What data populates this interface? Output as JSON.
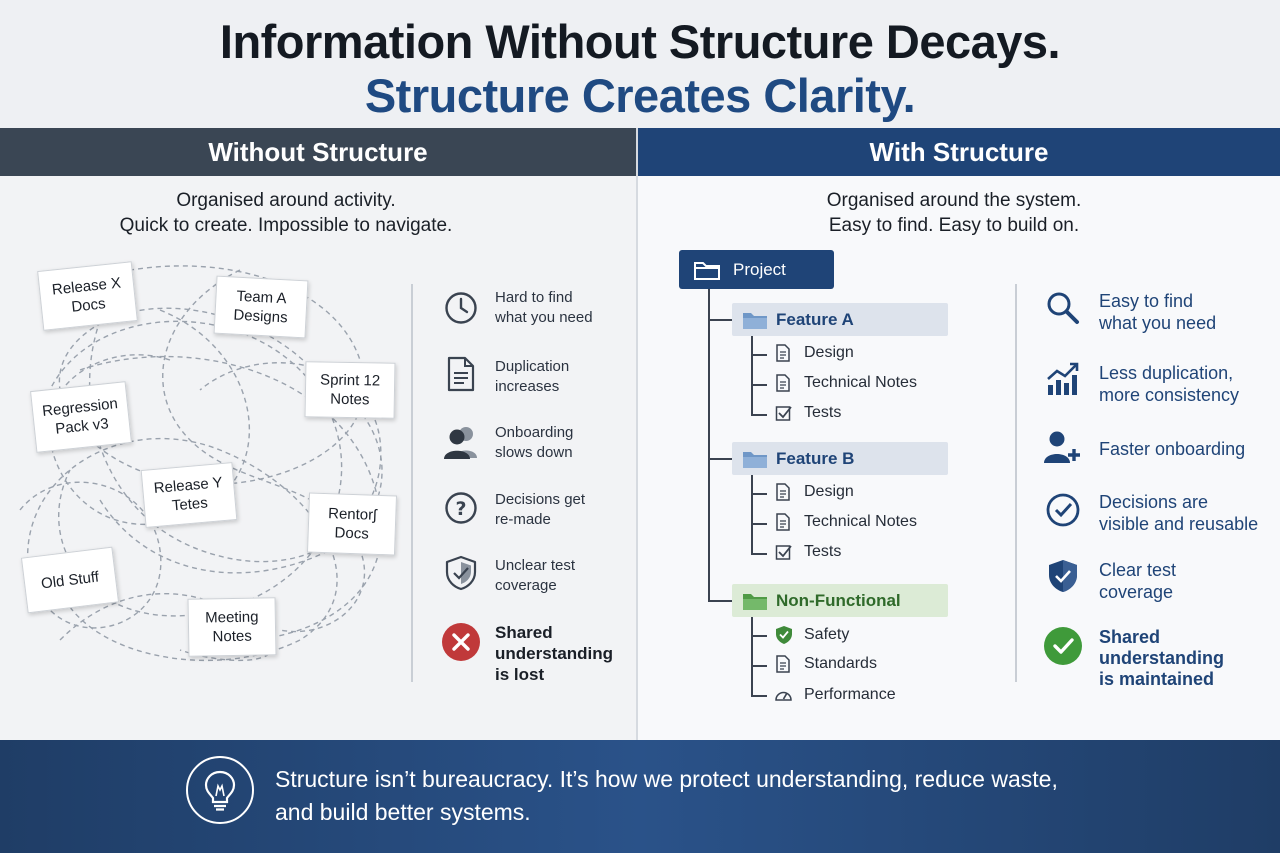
{
  "header": {
    "title_line1": "Information Without Structure Decays.",
    "title_line2": "Structure Creates Clarity."
  },
  "left": {
    "heading": "Without Structure",
    "subtitle_line1": "Organised around activity.",
    "subtitle_line2": "Quick to create. Impossible to navigate.",
    "notes": [
      {
        "line1": "Release X",
        "line2": "Docs"
      },
      {
        "line1": "Team A",
        "line2": "Designs"
      },
      {
        "line1": "Sprint 12",
        "line2": "Notes"
      },
      {
        "line1": "Regression",
        "line2": "Pack v3"
      },
      {
        "line1": "Release Y",
        "line2": "Tetes"
      },
      {
        "line1": "Rentorʃ",
        "line2": "Docs"
      },
      {
        "line1": "Old Stuff",
        "line2": ""
      },
      {
        "line1": "Meeting",
        "line2": "Notes"
      }
    ],
    "items": [
      {
        "icon": "clock-icon",
        "line1": "Hard to find",
        "line2": "what you need",
        "line3": ""
      },
      {
        "icon": "document-icon",
        "line1": "Duplication",
        "line2": "increases",
        "line3": ""
      },
      {
        "icon": "users-icon",
        "line1": "Onboarding",
        "line2": "slows down",
        "line3": ""
      },
      {
        "icon": "question-icon",
        "line1": "Decisions get",
        "line2": "re-made",
        "line3": ""
      },
      {
        "icon": "shield-icon",
        "line1": "Unclear test",
        "line2": "coverage",
        "line3": ""
      },
      {
        "icon": "x-circle-icon",
        "line1": "Shared",
        "line2": "understanding",
        "line3": "is lost"
      }
    ]
  },
  "right": {
    "heading": "With Structure",
    "subtitle_line1": "Organised around the system.",
    "subtitle_line2": "Easy to find. Easy to build on.",
    "tree": {
      "project": "Project",
      "feature_a": "Feature A",
      "feature_a_items": [
        "Design",
        "Technical Notes",
        "Tests"
      ],
      "feature_b": "Feature B",
      "feature_b_items": [
        "Design",
        "Technical Notes",
        "Tests"
      ],
      "non_functional": "Non-Functional",
      "nf_items": [
        "Safety",
        "Standards",
        "Performance"
      ]
    },
    "items": [
      {
        "icon": "search-icon",
        "line1": "Easy to find",
        "line2": "what you need",
        "line3": ""
      },
      {
        "icon": "growth-chart-icon",
        "line1": "Less duplication,",
        "line2": "more consistency",
        "line3": ""
      },
      {
        "icon": "add-user-icon",
        "line1": "Faster onboarding",
        "line2": "",
        "line3": ""
      },
      {
        "icon": "check-circle-icon",
        "line1": "Decisions are",
        "line2": "visible and reusable",
        "line3": ""
      },
      {
        "icon": "shield-check-icon",
        "line1": "Clear test",
        "line2": "coverage",
        "line3": ""
      },
      {
        "icon": "check-filled-icon",
        "line1": "Shared",
        "line2": "understanding",
        "line3": "is maintained"
      }
    ]
  },
  "footer": {
    "line1": "Structure isn’t bureaucracy. It’s how we protect understanding, reduce waste,",
    "line2": "and build better systems."
  },
  "colors": {
    "navy": "#1f4477",
    "slate": "#3a4654",
    "green": "#3f9a3a",
    "red": "#c0393a"
  }
}
